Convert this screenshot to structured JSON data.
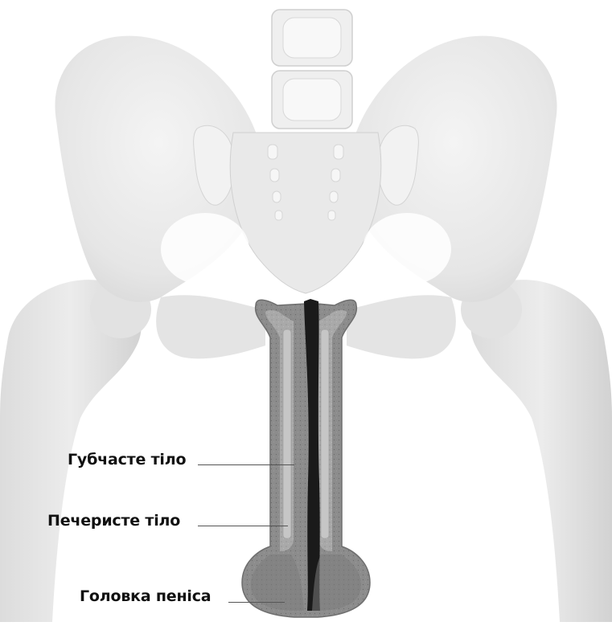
{
  "labels": {
    "spongy_body": "Губчасте тіло",
    "cavernous_body": "Печеристе тіло",
    "glans": "Головка пеніса"
  },
  "colors": {
    "background": "#ffffff",
    "bone": "#e8e8e8",
    "bone_edge": "#cfcfcf",
    "tissue_outer": "#8a8a8a",
    "tissue_inner": "#b9b9b9",
    "tissue_core": "#1a1a1a",
    "label_text": "#111111",
    "leader_line": "#555555"
  }
}
